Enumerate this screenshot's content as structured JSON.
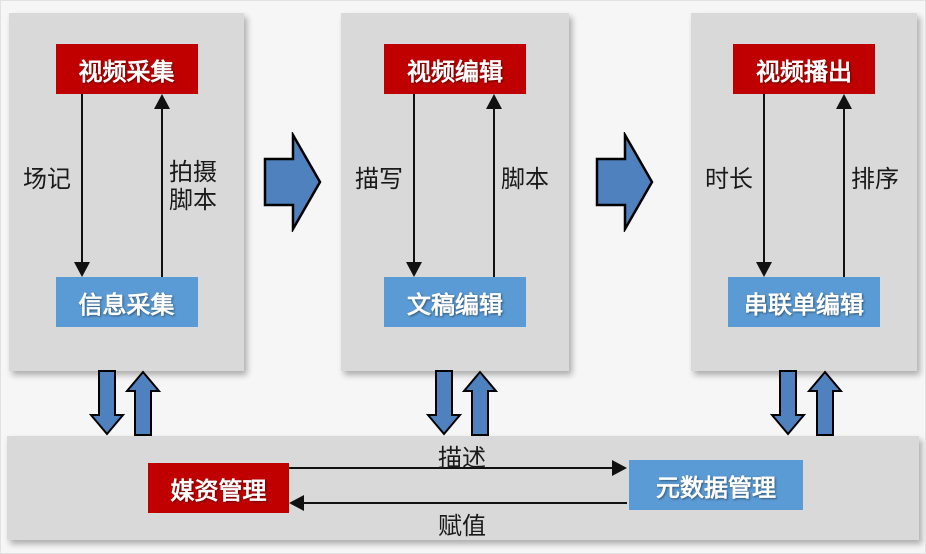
{
  "colors": {
    "red_box": "#C00000",
    "blue_box": "#5B9BD5",
    "arrow_fill": "#4E81BD",
    "panel_bg": "#D9D9D9"
  },
  "icons": {
    "panel_flow": "right-block-arrow-icon",
    "to_bottom_bar": "down-block-arrow-icon",
    "from_bottom_bar": "up-block-arrow-icon"
  },
  "panels": [
    {
      "top_box": "视频采集",
      "bottom_box": "信息采集",
      "down_arrow_label": "场记",
      "up_arrow_label": "拍摄\n脚本"
    },
    {
      "top_box": "视频编辑",
      "bottom_box": "文稿编辑",
      "down_arrow_label": "描写",
      "up_arrow_label": "脚本"
    },
    {
      "top_box": "视频播出",
      "bottom_box": "串联单编辑",
      "down_arrow_label": "时长",
      "up_arrow_label": "排序"
    }
  ],
  "bottom_bar": {
    "left_box": "媒资管理",
    "right_box": "元数据管理",
    "to_right_label": "描述",
    "to_left_label": "赋值"
  }
}
